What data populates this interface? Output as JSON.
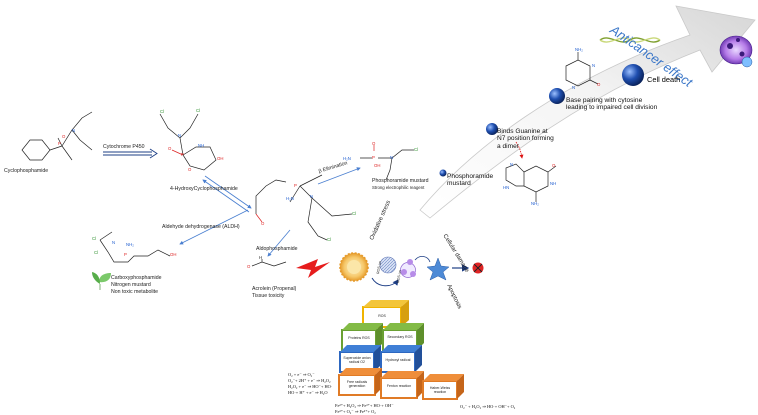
{
  "cyclophosphamide": "Cyclophosphamide",
  "cytochrome": "Cytochrome P450",
  "hydroxy": "4-HydroxyCyclophosphamide",
  "aldophosphamide": "Aldophosphamide",
  "beta_elim": "β Elimination",
  "pm_title": "Phosphoramide mustard",
  "pm_sub": "Strong electrophilic reagent",
  "aldh": "Aldehyde dehydrogenase (ALDH)",
  "carboxy": "Carboxyphosphamide",
  "nitrogen_mustard": "Nitrogen mustard",
  "non_toxic": "Non toxic metabolite",
  "acrolein": "Acrolein (Propenal)",
  "tissue": "Tissue toxicity",
  "oxidative": "Oxidative stress",
  "cellular": "Cellular damage",
  "apoptosis": "Apoptosis",
  "ros_on": "ROS on",
  "ros_on2": "ROS on",
  "anticancer": "Anticancer effect",
  "cell_death": "Cell death",
  "base_pairing": "Base pairing with cytosine leading to impaired cell division",
  "binds_guanine": "Binds Guanine at N7 position forming a dimer",
  "arrow_pm": "Phosphoramide mustard",
  "blocks": {
    "ros": "ROS",
    "proteins": "Proteins ROS",
    "secondary": "Secondary ROS",
    "superoxide": "Superoxide anion radical O2",
    "hydroxyl": "Hydroxyl radical",
    "free_radical": "Free radicals generation",
    "fenton": "Fenton reaction",
    "haber": "Haber-Weiss reaction"
  },
  "equations": [
    "O₂ + e⁻ ⇒ O₂⁻",
    "O₂⁻+ 2H⁺ + e⁻ ⇒ H₂O₂",
    "H₂O₂ + e⁻ ⇒ HO⁻+ HO·",
    "HO·+ H⁺ + e⁻ ⇒ H₂O"
  ],
  "fenton_eq": [
    "Fe²⁺+ H₂O₂ ⇒ Fe³⁺+ HO·+ OH⁻",
    "Fe³⁺+ O₂⁻ ⇒ Fe²⁺+ O₂"
  ],
  "haber_eq": "O₂⁻ + H₂O₂ ⇒ HO·+ OH⁻+ O₂",
  "atoms": {
    "n": "N",
    "p": "P",
    "o": "O",
    "cl": "Cl",
    "oh": "OH",
    "nh": "NH",
    "h2n": "H₂N",
    "nh2": "NH₂",
    "hn": "HN",
    "h": "H"
  }
}
